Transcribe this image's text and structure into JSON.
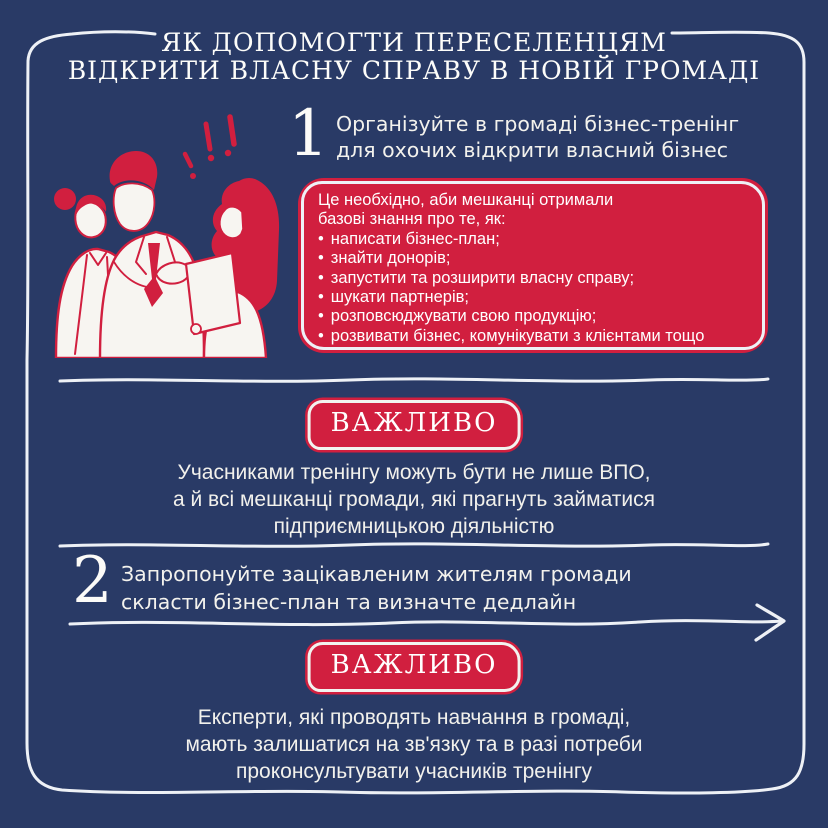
{
  "colors": {
    "background": "#293a66",
    "red": "#d11f3f",
    "line": "#eef1f6",
    "text": "#f6f5f1"
  },
  "title": {
    "line1": "ЯК ДОПОМОГТИ ПЕРЕСЕЛЕНЦЯМ",
    "line2": "ВІДКРИТИ ВЛАСНУ СПРАВУ В НОВІЙ ГРОМАДІ"
  },
  "steps": [
    {
      "number": "1",
      "line1": "Організуйте в громаді бізнес-тренінг",
      "line2": "для охочих відкрити власний бізнес"
    },
    {
      "number": "2",
      "line1": "Запропонуйте зацікавленим жителям громади",
      "line2": "скласти бізнес-план та визначте дедлайн"
    }
  ],
  "info_box": {
    "intro_line1": "Це необхідно, аби мешканці отримали",
    "intro_line2": "базові знання про те, як:",
    "bullet_char": "•",
    "bullets": [
      "написати бізнес-план;",
      "знайти донорів;",
      "запустити та розширити власну справу;",
      "шукати партнерів;",
      "розповсюджувати свою продукцію;",
      "розвивати бізнес, комунікувати з клієнтами тощо"
    ]
  },
  "important1": {
    "badge": "ВАЖЛИВО",
    "line1": "Учасниками тренінгу можуть бути не лише ВПО,",
    "line2": "а й всі мешканці громади, які прагнуть займатися",
    "line3": "підприємницькою діяльністю"
  },
  "important2": {
    "badge": "ВАЖЛИВО",
    "line1": "Експерти, які проводять навчання в громаді,",
    "line2": "мають залишатися на зв'язку та в разі потреби",
    "line3": "проконсультувати учасників тренінгу"
  },
  "illustration": {
    "label": "people-discussion-illustration"
  }
}
